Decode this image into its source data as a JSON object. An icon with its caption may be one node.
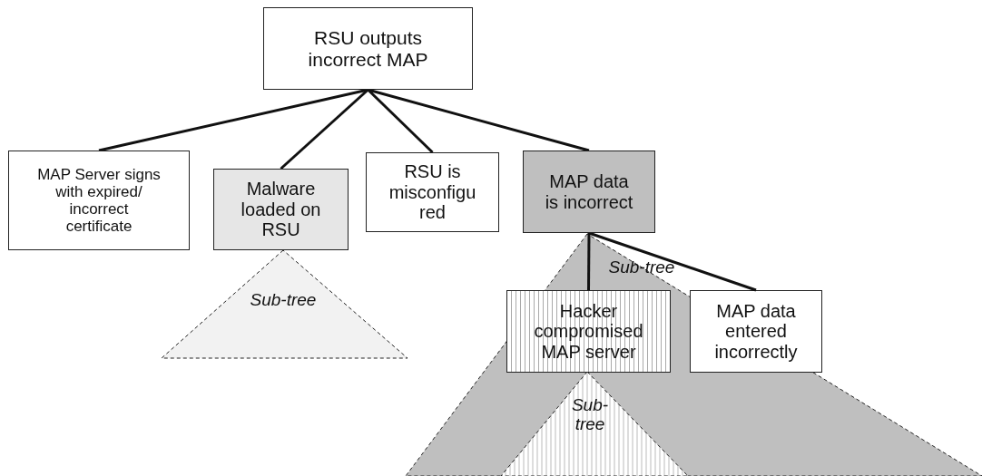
{
  "diagram": {
    "nodes": [
      {
        "text": [
          "RSU outputs incorrect MAP"
        ]
      },
      {
        "text": [
          "MAP Server signs with expired/ incorrect certificate"
        ]
      },
      {
        "text": [
          "Malware loaded on RSU"
        ]
      },
      {
        "text": [
          "RSU is misconfigu red"
        ]
      },
      {
        "text": [
          "MAP data is incorrect"
        ]
      },
      {
        "text": [
          "Sub-tree"
        ]
      },
      {
        "text": [
          "Sub-tree"
        ]
      },
      {
        "text": [
          "Hacker compromised MAP server"
        ],
        "in": 6
      },
      {
        "text": [
          "MAP data entered incorrectly"
        ],
        "in": 6
      },
      {
        "text": [
          "Sub- tree"
        ],
        "in": 6
      }
    ],
    "edges": [
      {
        "from": 0,
        "to": 1,
        "arrow": "none"
      },
      {
        "from": 0,
        "to": 2,
        "arrow": "none"
      },
      {
        "from": 0,
        "to": 3,
        "arrow": "none"
      },
      {
        "from": 0,
        "to": 4,
        "arrow": "none"
      },
      {
        "from": 4,
        "to": 7,
        "arrow": "none"
      },
      {
        "from": 4,
        "to": 8,
        "arrow": "none"
      }
    ]
  }
}
